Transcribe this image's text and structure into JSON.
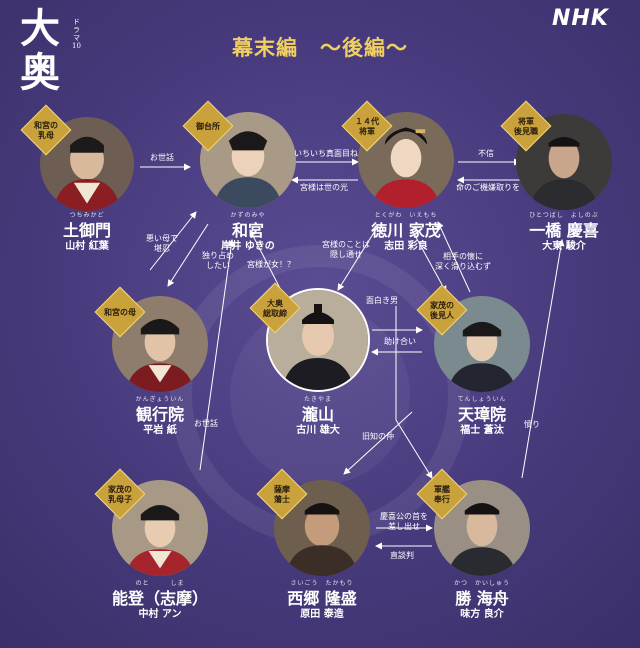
{
  "header": {
    "logo": "大奥",
    "drama": "ドラマ10",
    "broadcaster": "NHK",
    "title": "幕末編　〜後編〜"
  },
  "characters": {
    "tsuchimikado": {
      "badge": [
        "和宮の",
        "乳母"
      ],
      "ruby": "つちみかど",
      "name": "土御門",
      "actor": "山村 紅葉"
    },
    "kazunomiya": {
      "badge": [
        "御台所"
      ],
      "ruby": "かずのみや",
      "name": "和宮",
      "actor": "岸井 ゆきの"
    },
    "iemochi": {
      "badge": [
        "１４代",
        "将軍"
      ],
      "ruby": "とくがわ　いえもち",
      "name": "徳川 家茂",
      "actor": "志田 彩良"
    },
    "yoshinobu": {
      "badge": [
        "将軍",
        "後見職"
      ],
      "ruby": "ひとつばし　よしのぶ",
      "name": "一橋 慶喜",
      "actor": "大東 駿介"
    },
    "kangyoin": {
      "badge": [
        "和宮の母"
      ],
      "ruby": "かんぎょういん",
      "name": "観行院",
      "actor": "平岩 紙"
    },
    "takiyama": {
      "badge": [
        "大奥",
        "総取締"
      ],
      "ruby": "たきやま",
      "name": "瀧山",
      "actor": "古川 雄大"
    },
    "tenshoin": {
      "badge": [
        "家茂の",
        "後見人"
      ],
      "ruby": "てんしょういん",
      "name": "天璋院",
      "actor": "福士 蒼汰"
    },
    "noto": {
      "badge": [
        "家茂の",
        "乳母子"
      ],
      "ruby": "のと　　　しま",
      "name": "能登（志摩）",
      "actor": "中村 アン"
    },
    "saigo": {
      "badge": [
        "薩摩",
        "藩士"
      ],
      "ruby": "さいごう　たかもり",
      "name": "西郷 隆盛",
      "actor": "原田 泰造"
    },
    "katsu": {
      "badge": [
        "軍艦",
        "奉行"
      ],
      "ruby": "かつ　かいしゅう",
      "name": "勝 海舟",
      "actor": "味方 良介"
    }
  },
  "relations": {
    "osewa1": "お世話",
    "ichiichi": "いちいち真面目ね",
    "miyasama_hikari": "宮様は世の光",
    "fushin": "不信",
    "gokigen": "命のご機嫌取りを",
    "warui_haha": [
      "悪い母で",
      "堪忍"
    ],
    "hitorijime": [
      "独り占め",
      "したい"
    ],
    "miyasama_onna": "宮様が女！？",
    "miyasama_kakushi": [
      "宮様のことは",
      "隠し通せ"
    ],
    "aite": [
      "相手の懐に",
      "深く滑り込むず"
    ],
    "omoshiroki": "面白き男",
    "tasukeai": "助け合い",
    "osewa2": "お世話",
    "kyuchi": "旧知の仲",
    "ikidori": "憤り",
    "keiki_kubi": [
      "慶喜公の首を",
      "差し出せ"
    ],
    "jikidan": "直談判"
  },
  "colors": {
    "background": "#473a7c",
    "badge": "#c9a23c",
    "title": "#f0cf62",
    "text": "#ffffff"
  }
}
